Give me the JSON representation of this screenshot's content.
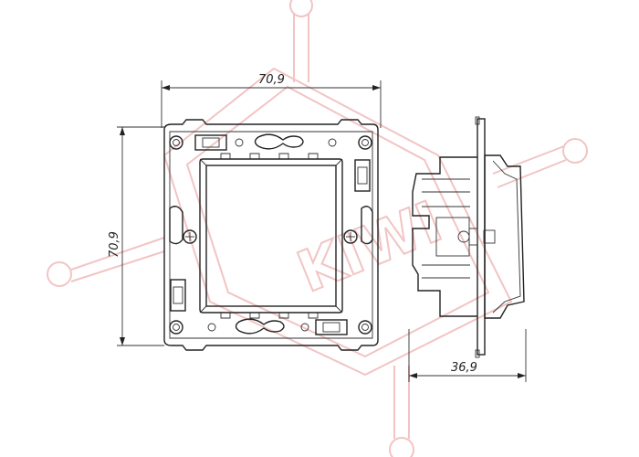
{
  "dimensions": {
    "front_width": "70,9",
    "front_height": "70,9",
    "side_depth": "36,9"
  },
  "watermark": {
    "text": "KIWI",
    "color": "#f2c4c4"
  },
  "colors": {
    "line": "#222222",
    "background": "#ffffff"
  }
}
